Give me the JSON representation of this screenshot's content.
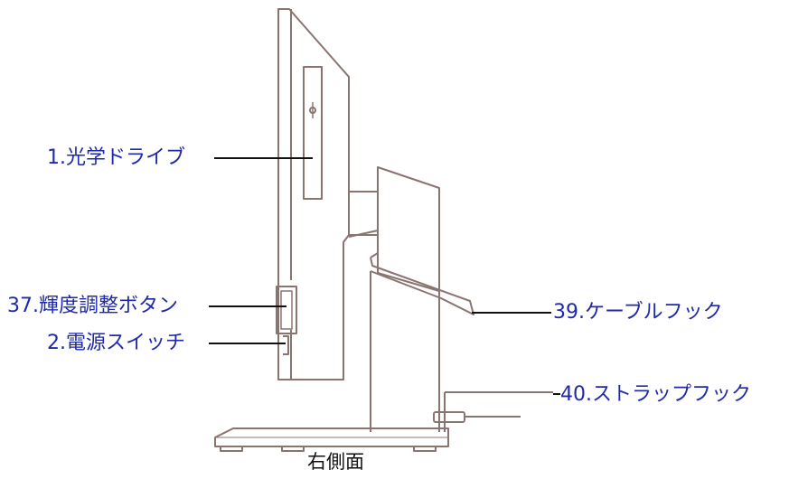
{
  "callouts": {
    "optical_drive": "1.光学ドライブ",
    "brightness_buttons": "37.輝度調整ボタン",
    "power_switch": "2.電源スイッチ",
    "cable_hook": "39.ケーブルフック",
    "strap_hook": "40.ストラップフック"
  },
  "caption": "右側面",
  "colors": {
    "outline": "#8a7470",
    "leader_line": "#111111",
    "link_text": "#1f2aa8",
    "caption_text": "#111111"
  }
}
